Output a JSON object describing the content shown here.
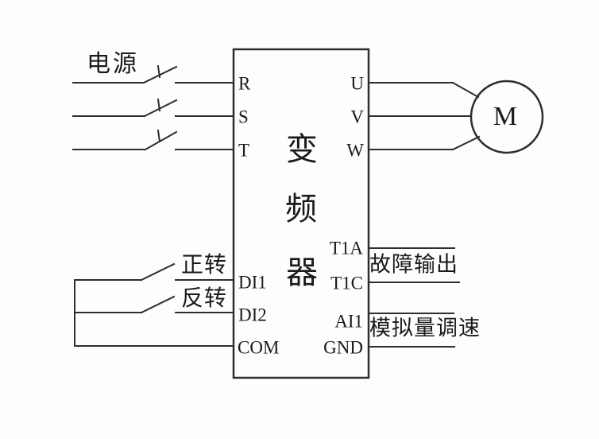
{
  "colors": {
    "line": "#2e2e2e",
    "text": "#1a1a1a",
    "background": "#fdfdfd"
  },
  "power_section": {
    "label": "电源"
  },
  "inverter": {
    "name": "变频器",
    "name_chars": [
      "变",
      "频",
      "器"
    ],
    "left_terminals": [
      "R",
      "S",
      "T",
      "DI1",
      "DI2",
      "COM"
    ],
    "right_terminals": [
      "U",
      "V",
      "W",
      "T1A",
      "T1C",
      "AI1",
      "GND"
    ]
  },
  "control_inputs": {
    "forward_label": "正转",
    "reverse_label": "反转"
  },
  "output_labels": {
    "fault_output": "故障输出",
    "analog_speed": "模拟量调速"
  },
  "motor": {
    "label": "M"
  }
}
